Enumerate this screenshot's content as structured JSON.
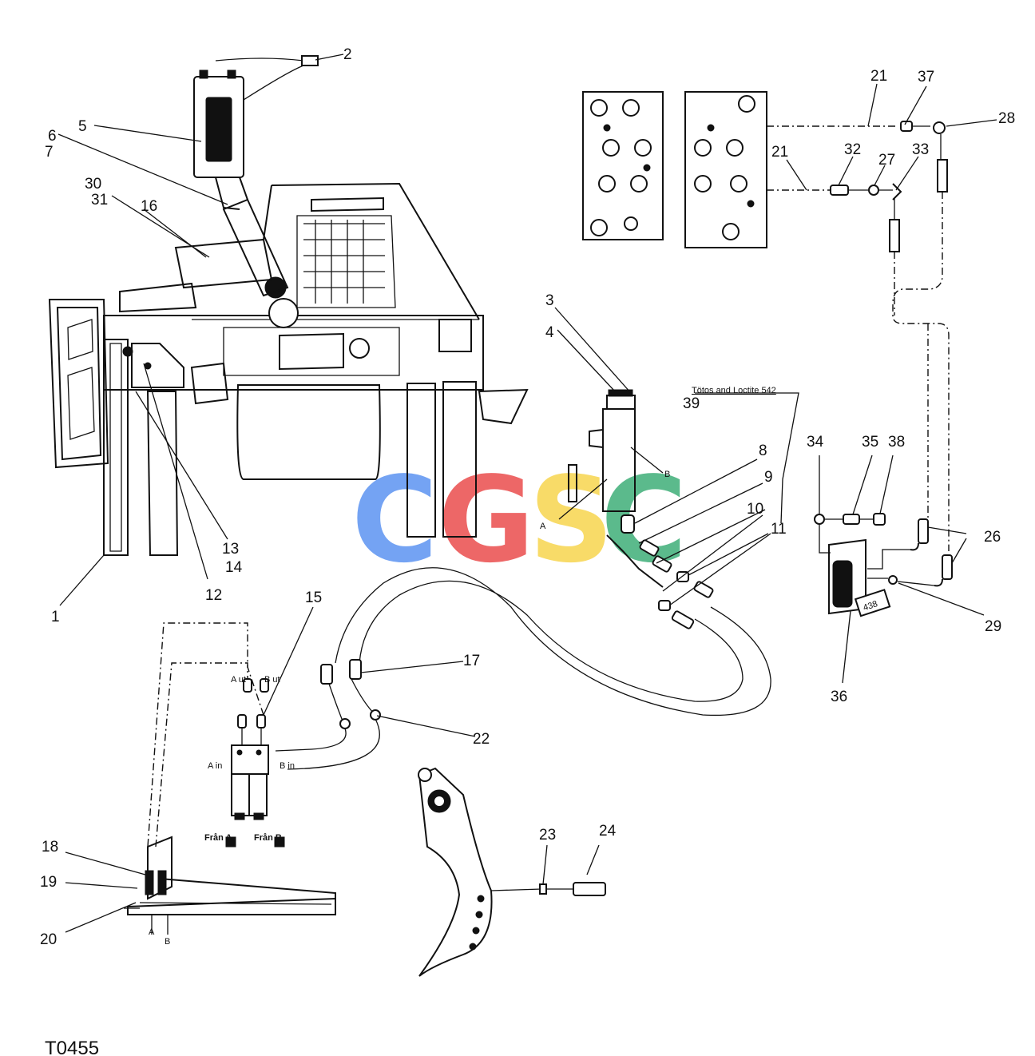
{
  "figure": {
    "reference": "T0455",
    "note": "Tötos and Loctite 542",
    "tag": "438"
  },
  "watermark": {
    "text": "CGSC",
    "colors": [
      "#5c94f2",
      "#ea4d4d",
      "#f7d54e",
      "#3fae78"
    ]
  },
  "port_labels": {
    "a_ut": "A ut",
    "b_ut": "B ut",
    "a_in": "A in",
    "b_in": "B in",
    "fran_a": "Från A",
    "fran_b": "Från B",
    "a": "A",
    "b": "B"
  },
  "callouts": [
    {
      "id": "c1",
      "text": "1"
    },
    {
      "id": "c2",
      "text": "2"
    },
    {
      "id": "c3",
      "text": "3"
    },
    {
      "id": "c4",
      "text": "4"
    },
    {
      "id": "c5",
      "text": "5"
    },
    {
      "id": "c6",
      "text": "6"
    },
    {
      "id": "c7",
      "text": "7"
    },
    {
      "id": "c8",
      "text": "8"
    },
    {
      "id": "c9",
      "text": "9"
    },
    {
      "id": "c10",
      "text": "10"
    },
    {
      "id": "c11",
      "text": "11"
    },
    {
      "id": "c12",
      "text": "12"
    },
    {
      "id": "c13",
      "text": "13"
    },
    {
      "id": "c14",
      "text": "14"
    },
    {
      "id": "c15",
      "text": "15"
    },
    {
      "id": "c16",
      "text": "16"
    },
    {
      "id": "c17",
      "text": "17"
    },
    {
      "id": "c18",
      "text": "18"
    },
    {
      "id": "c19",
      "text": "19"
    },
    {
      "id": "c20",
      "text": "20"
    },
    {
      "id": "c21a",
      "text": "21"
    },
    {
      "id": "c21b",
      "text": "21"
    },
    {
      "id": "c22",
      "text": "22"
    },
    {
      "id": "c23",
      "text": "23"
    },
    {
      "id": "c24",
      "text": "24"
    },
    {
      "id": "c26",
      "text": "26"
    },
    {
      "id": "c27",
      "text": "27"
    },
    {
      "id": "c28",
      "text": "28"
    },
    {
      "id": "c29",
      "text": "29"
    },
    {
      "id": "c30",
      "text": "30"
    },
    {
      "id": "c31",
      "text": "31"
    },
    {
      "id": "c32",
      "text": "32"
    },
    {
      "id": "c33",
      "text": "33"
    },
    {
      "id": "c34",
      "text": "34"
    },
    {
      "id": "c35",
      "text": "35"
    },
    {
      "id": "c36",
      "text": "36"
    },
    {
      "id": "c37",
      "text": "37"
    },
    {
      "id": "c38",
      "text": "38"
    },
    {
      "id": "c39",
      "text": "39"
    }
  ]
}
